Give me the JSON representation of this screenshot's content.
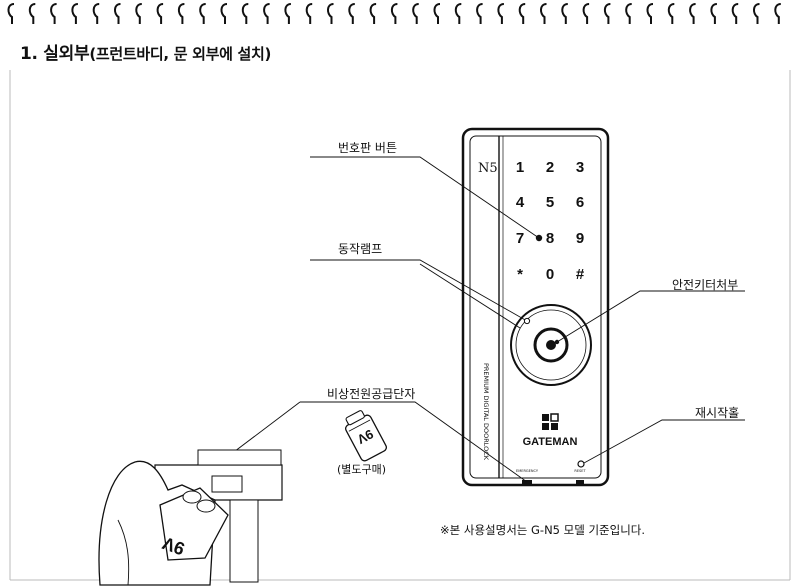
{
  "heading": {
    "main": "1. 실외부",
    "sub": "(프런트바디, 문 외부에 설치)"
  },
  "callouts": {
    "keypad": "번호판 버튼",
    "lamp": "동작램프",
    "safety_knob": "안전키터처부",
    "emergency_terminal": "비상전원공급단자",
    "reset": "재시작홀"
  },
  "battery": {
    "label": "9V",
    "caption": "(별도구매)"
  },
  "device": {
    "model_mark": "N5",
    "keys": [
      "1",
      "2",
      "3",
      "4",
      "5",
      "6",
      "7",
      "8",
      "9",
      "*",
      "0",
      "#"
    ],
    "side_text": "PREMIUM DIGITAL DOORLOCK",
    "brand": "GATEMAN",
    "bottom_left_label": "EMERGENCY",
    "bottom_right_label": "RESET"
  },
  "footnote": "※본 사용설명서는 G-N5 모델 기준입니다."
}
